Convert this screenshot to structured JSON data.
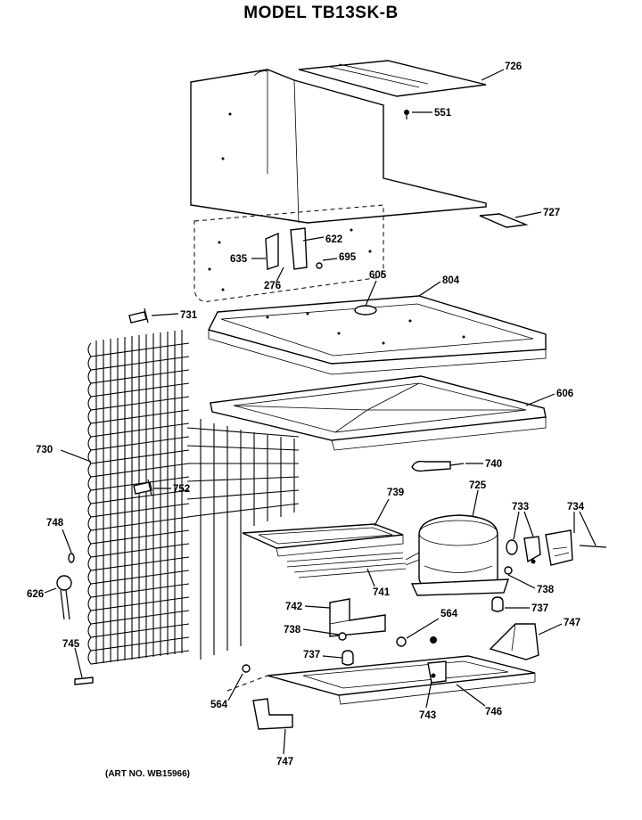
{
  "title": "MODEL TB13SK-B",
  "art_number": "(ART NO. WB15966)",
  "callouts": {
    "c726": "726",
    "c551": "551",
    "c727": "727",
    "c622": "622",
    "c635": "635",
    "c695": "695",
    "c276": "276",
    "c605": "605",
    "c804": "804",
    "c731": "731",
    "c606": "606",
    "c730": "730",
    "c740": "740",
    "c752": "752",
    "c739": "739",
    "c725": "725",
    "c733": "733",
    "c734": "734",
    "c748": "748",
    "c626": "626",
    "c741": "741",
    "c738a": "738",
    "c742": "742",
    "c564a": "564",
    "c737a": "737",
    "c738b": "738",
    "c747a": "747",
    "c737b": "737",
    "c745": "745",
    "c564b": "564",
    "c743": "743",
    "c746": "746",
    "c747b": "747"
  }
}
